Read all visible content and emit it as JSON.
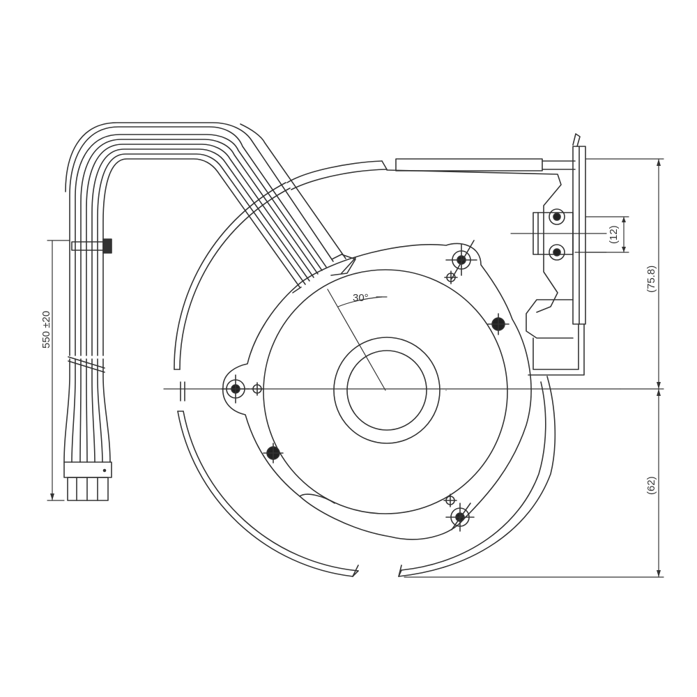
{
  "dimensions": {
    "cable_length": "550 ±20",
    "upper_height": "(75.8)",
    "lower_height": "(62)",
    "hole_spacing": "(12)",
    "angle": "30°"
  },
  "colors": {
    "line": "#333333",
    "background": "#ffffff",
    "hole_fill": "#222222"
  }
}
